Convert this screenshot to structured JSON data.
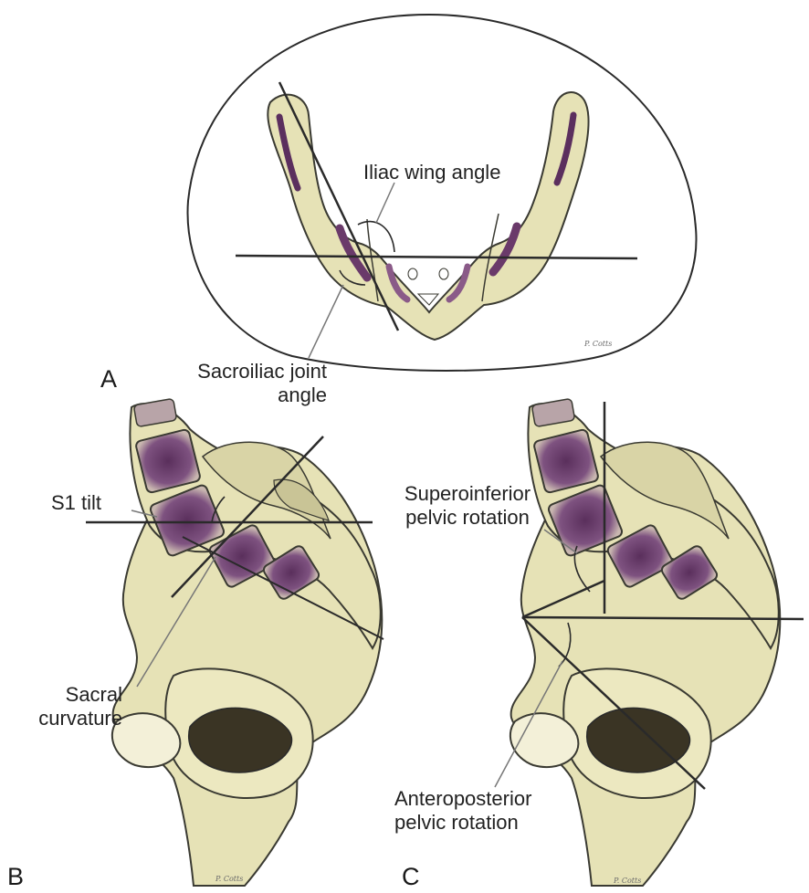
{
  "panels": {
    "a": "A",
    "b": "B",
    "c": "C"
  },
  "labels": {
    "iliac_wing_angle": "Iliac wing angle",
    "sacroiliac_joint_angle_line1": "Sacroiliac joint",
    "sacroiliac_joint_angle_line2": "angle",
    "s1_tilt": "S1 tilt",
    "sacral_curvature_line1": "Sacral",
    "sacral_curvature_line2": "curvature",
    "superoinferior_line1": "Superoinferior",
    "superoinferior_line2": "pelvic rotation",
    "anteroposterior_line1": "Anteroposterior",
    "anteroposterior_line2": "pelvic rotation"
  },
  "signatures": {
    "a": "P. Cotts",
    "b": "P. Cotts",
    "c": "P. Cotts"
  },
  "colors": {
    "bone": "#e6e2b6",
    "bone_outline": "#3a3a32",
    "marrow": "#6a3a6a",
    "marrow_light": "#a77aa0",
    "line": "#2a2a2a",
    "leader": "#777777"
  }
}
